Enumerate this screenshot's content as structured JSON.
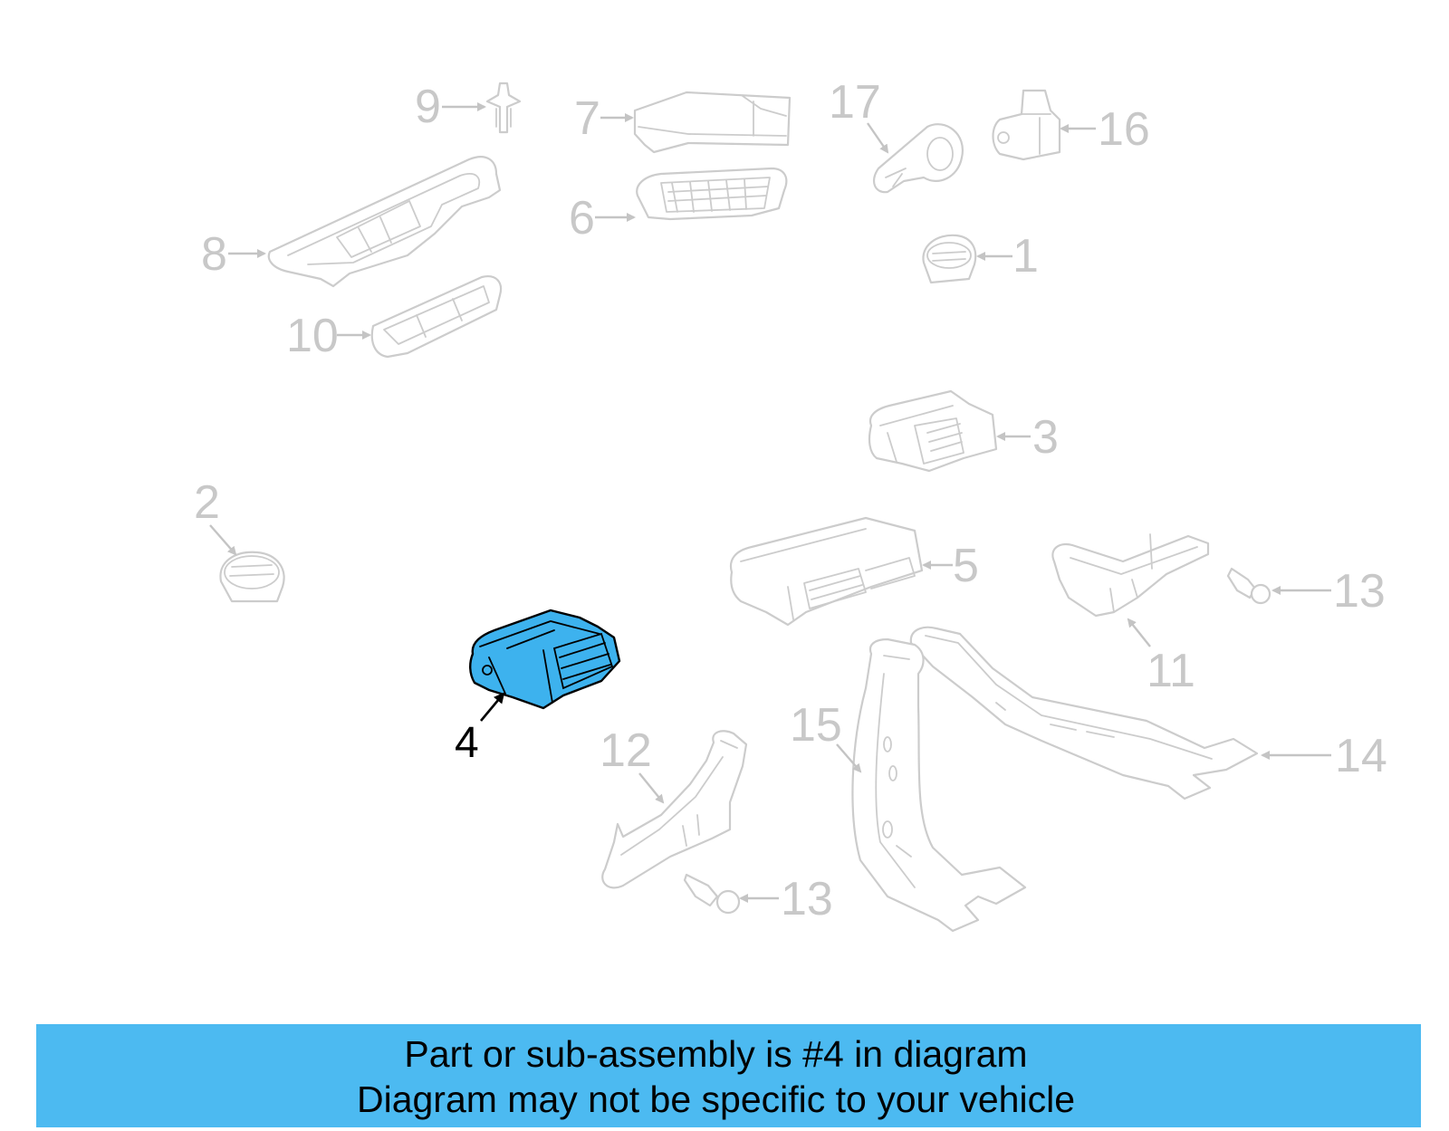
{
  "diagram": {
    "highlighted_part": "4",
    "callouts": {
      "c1": "1",
      "c2": "2",
      "c3": "3",
      "c4": "4",
      "c5": "5",
      "c6": "6",
      "c7": "7",
      "c8": "8",
      "c9": "9",
      "c10": "10",
      "c11": "11",
      "c12": "12",
      "c13a": "13",
      "c13b": "13",
      "c14": "14",
      "c15": "15",
      "c16": "16",
      "c17": "17"
    },
    "colors": {
      "highlight": "#3db2ee",
      "faded_part": "#cccccc",
      "banner": "#4cbaf1"
    }
  },
  "banner": {
    "line1": "Part or sub-assembly is #4 in diagram",
    "line2": "Diagram may not be specific to your vehicle"
  }
}
